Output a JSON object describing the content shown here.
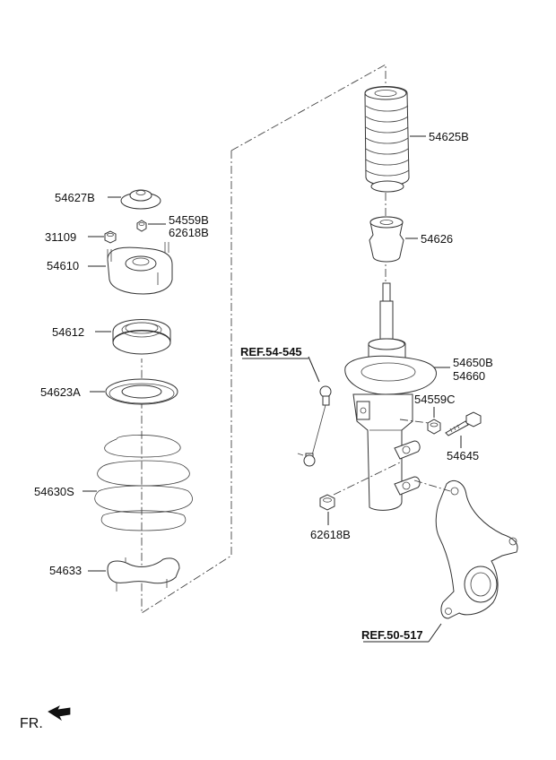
{
  "labels": {
    "p54627B": "54627B",
    "p54559B": "54559B",
    "p62618B_top": "62618B",
    "p31109": "31109",
    "p54610": "54610",
    "p54612": "54612",
    "p54623A": "54623A",
    "p54630S": "54630S",
    "p54633": "54633",
    "p54625B": "54625B",
    "p54626": "54626",
    "p54650B": "54650B",
    "p54660": "54660",
    "p54559C": "54559C",
    "p54645": "54645",
    "p62618B_bottom": "62618B",
    "ref_54_545": "REF.54-545",
    "ref_50_517": "REF.50-517",
    "fr": "FR."
  },
  "icons": {
    "front_direction": "front-arrow-icon"
  }
}
